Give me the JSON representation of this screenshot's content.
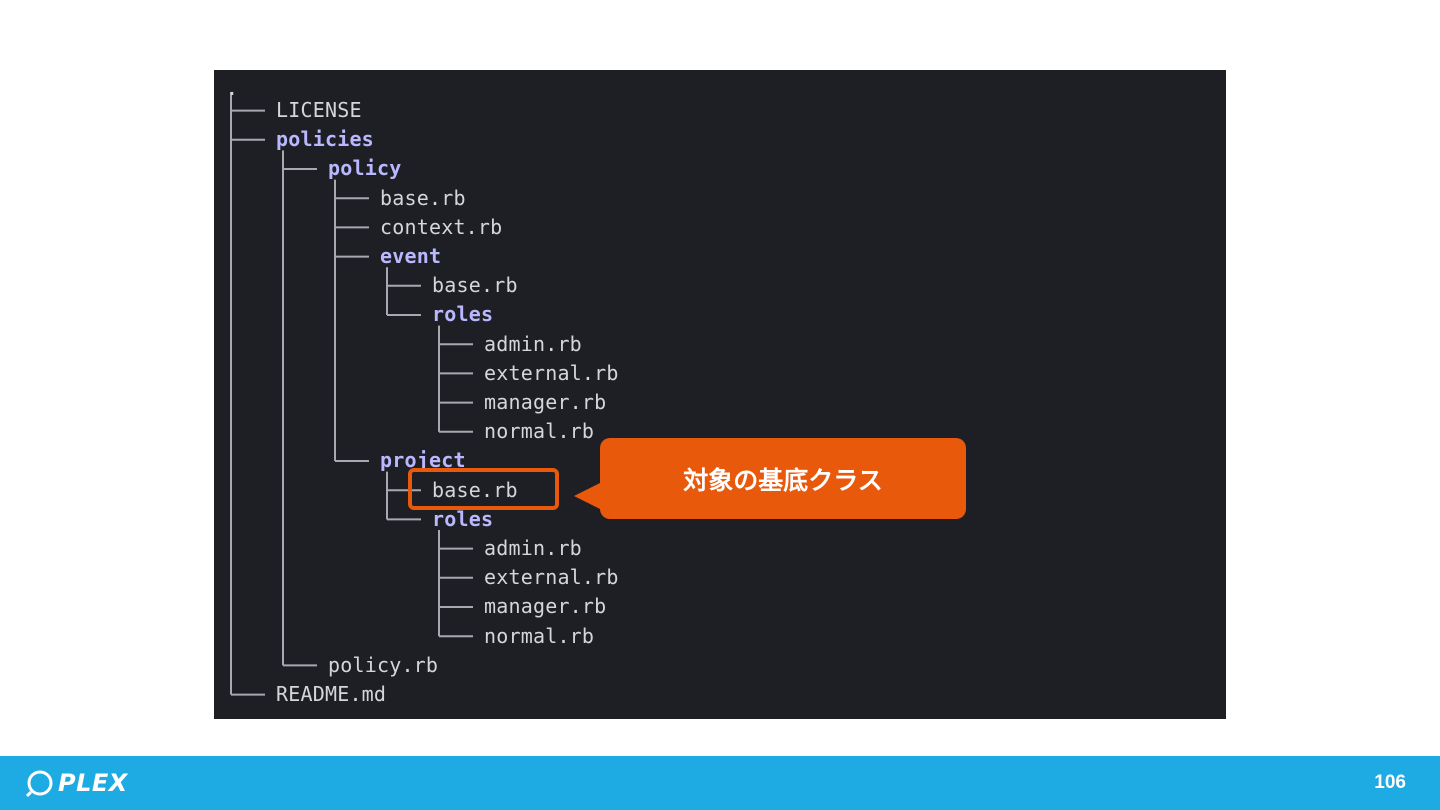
{
  "tree": {
    "root": ".",
    "entries": [
      {
        "label": "LICENSE",
        "kind": "file",
        "depth": 1
      },
      {
        "label": "policies",
        "kind": "dir",
        "depth": 1
      },
      {
        "label": "policy",
        "kind": "dir",
        "depth": 2
      },
      {
        "label": "base.rb",
        "kind": "file",
        "depth": 3
      },
      {
        "label": "context.rb",
        "kind": "file",
        "depth": 3
      },
      {
        "label": "event",
        "kind": "dir",
        "depth": 3
      },
      {
        "label": "base.rb",
        "kind": "file",
        "depth": 4
      },
      {
        "label": "roles",
        "kind": "dir",
        "depth": 4
      },
      {
        "label": "admin.rb",
        "kind": "file",
        "depth": 5
      },
      {
        "label": "external.rb",
        "kind": "file",
        "depth": 5
      },
      {
        "label": "manager.rb",
        "kind": "file",
        "depth": 5
      },
      {
        "label": "normal.rb",
        "kind": "file",
        "depth": 5
      },
      {
        "label": "project",
        "kind": "dir",
        "depth": 3
      },
      {
        "label": "base.rb",
        "kind": "file",
        "depth": 4
      },
      {
        "label": "roles",
        "kind": "dir",
        "depth": 4
      },
      {
        "label": "admin.rb",
        "kind": "file",
        "depth": 5
      },
      {
        "label": "external.rb",
        "kind": "file",
        "depth": 5
      },
      {
        "label": "manager.rb",
        "kind": "file",
        "depth": 5
      },
      {
        "label": "normal.rb",
        "kind": "file",
        "depth": 5
      },
      {
        "label": "policy.rb",
        "kind": "file",
        "depth": 2
      },
      {
        "label": "README.md",
        "kind": "file",
        "depth": 1
      }
    ]
  },
  "callout": {
    "text": "対象の基底クラス",
    "color": "#e8590c"
  },
  "footer": {
    "logo": "PLEX",
    "page_number": "106",
    "color": "#1eaae2"
  },
  "colors": {
    "terminal_bg": "#1e1f24",
    "file_text": "#d4d6dc",
    "dir_text": "#b9b8ff"
  }
}
